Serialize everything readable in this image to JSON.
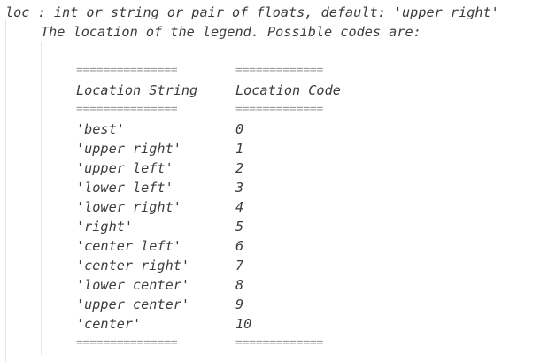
{
  "docstring": {
    "param_line": "loc : int or string or pair of floats, default: 'upper right'",
    "description": "The location of the legend. Possible codes are:",
    "table": {
      "rule_string": "===============",
      "rule_code": "=============",
      "headers": [
        "Location String",
        "Location Code"
      ],
      "rows": [
        [
          "'best'",
          "0"
        ],
        [
          "'upper right'",
          "1"
        ],
        [
          "'upper left'",
          "2"
        ],
        [
          "'lower left'",
          "3"
        ],
        [
          "'lower right'",
          "4"
        ],
        [
          "'right'",
          "5"
        ],
        [
          "'center left'",
          "6"
        ],
        [
          "'center right'",
          "7"
        ],
        [
          "'lower center'",
          "8"
        ],
        [
          "'upper center'",
          "9"
        ],
        [
          "'center'",
          "10"
        ]
      ]
    }
  }
}
